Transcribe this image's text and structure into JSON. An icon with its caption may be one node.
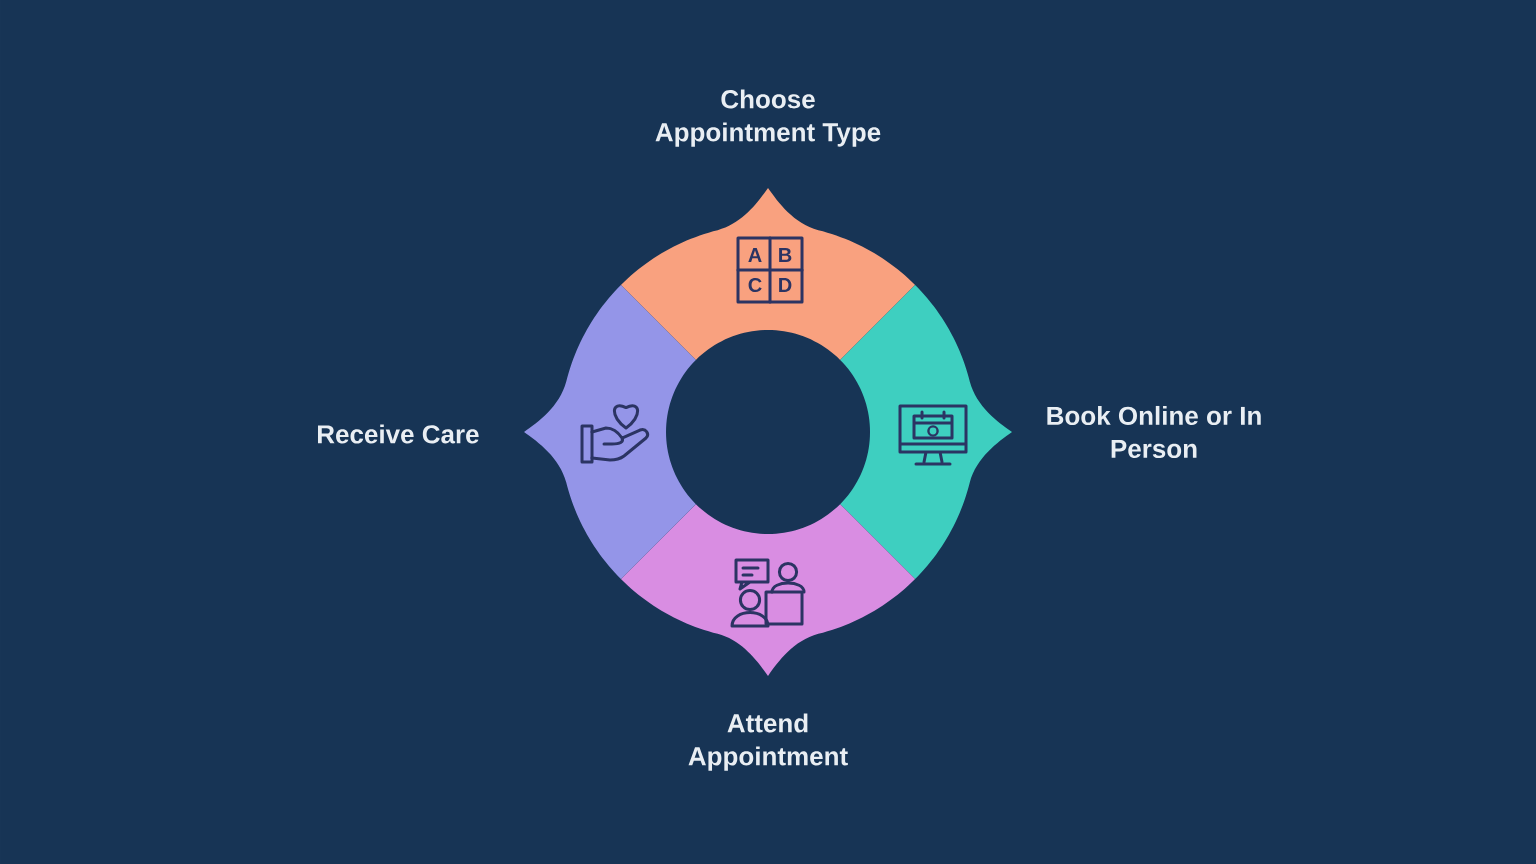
{
  "diagram": {
    "nodes": [
      {
        "text": [
          "Choose Appointment Type"
        ]
      },
      {
        "text": [
          "Book Online or In Person"
        ]
      },
      {
        "text": [
          "Attend Appointment"
        ]
      },
      {
        "text": [
          "Receive Care"
        ]
      }
    ],
    "labels": [
      "A",
      "B",
      "C",
      "D"
    ]
  }
}
